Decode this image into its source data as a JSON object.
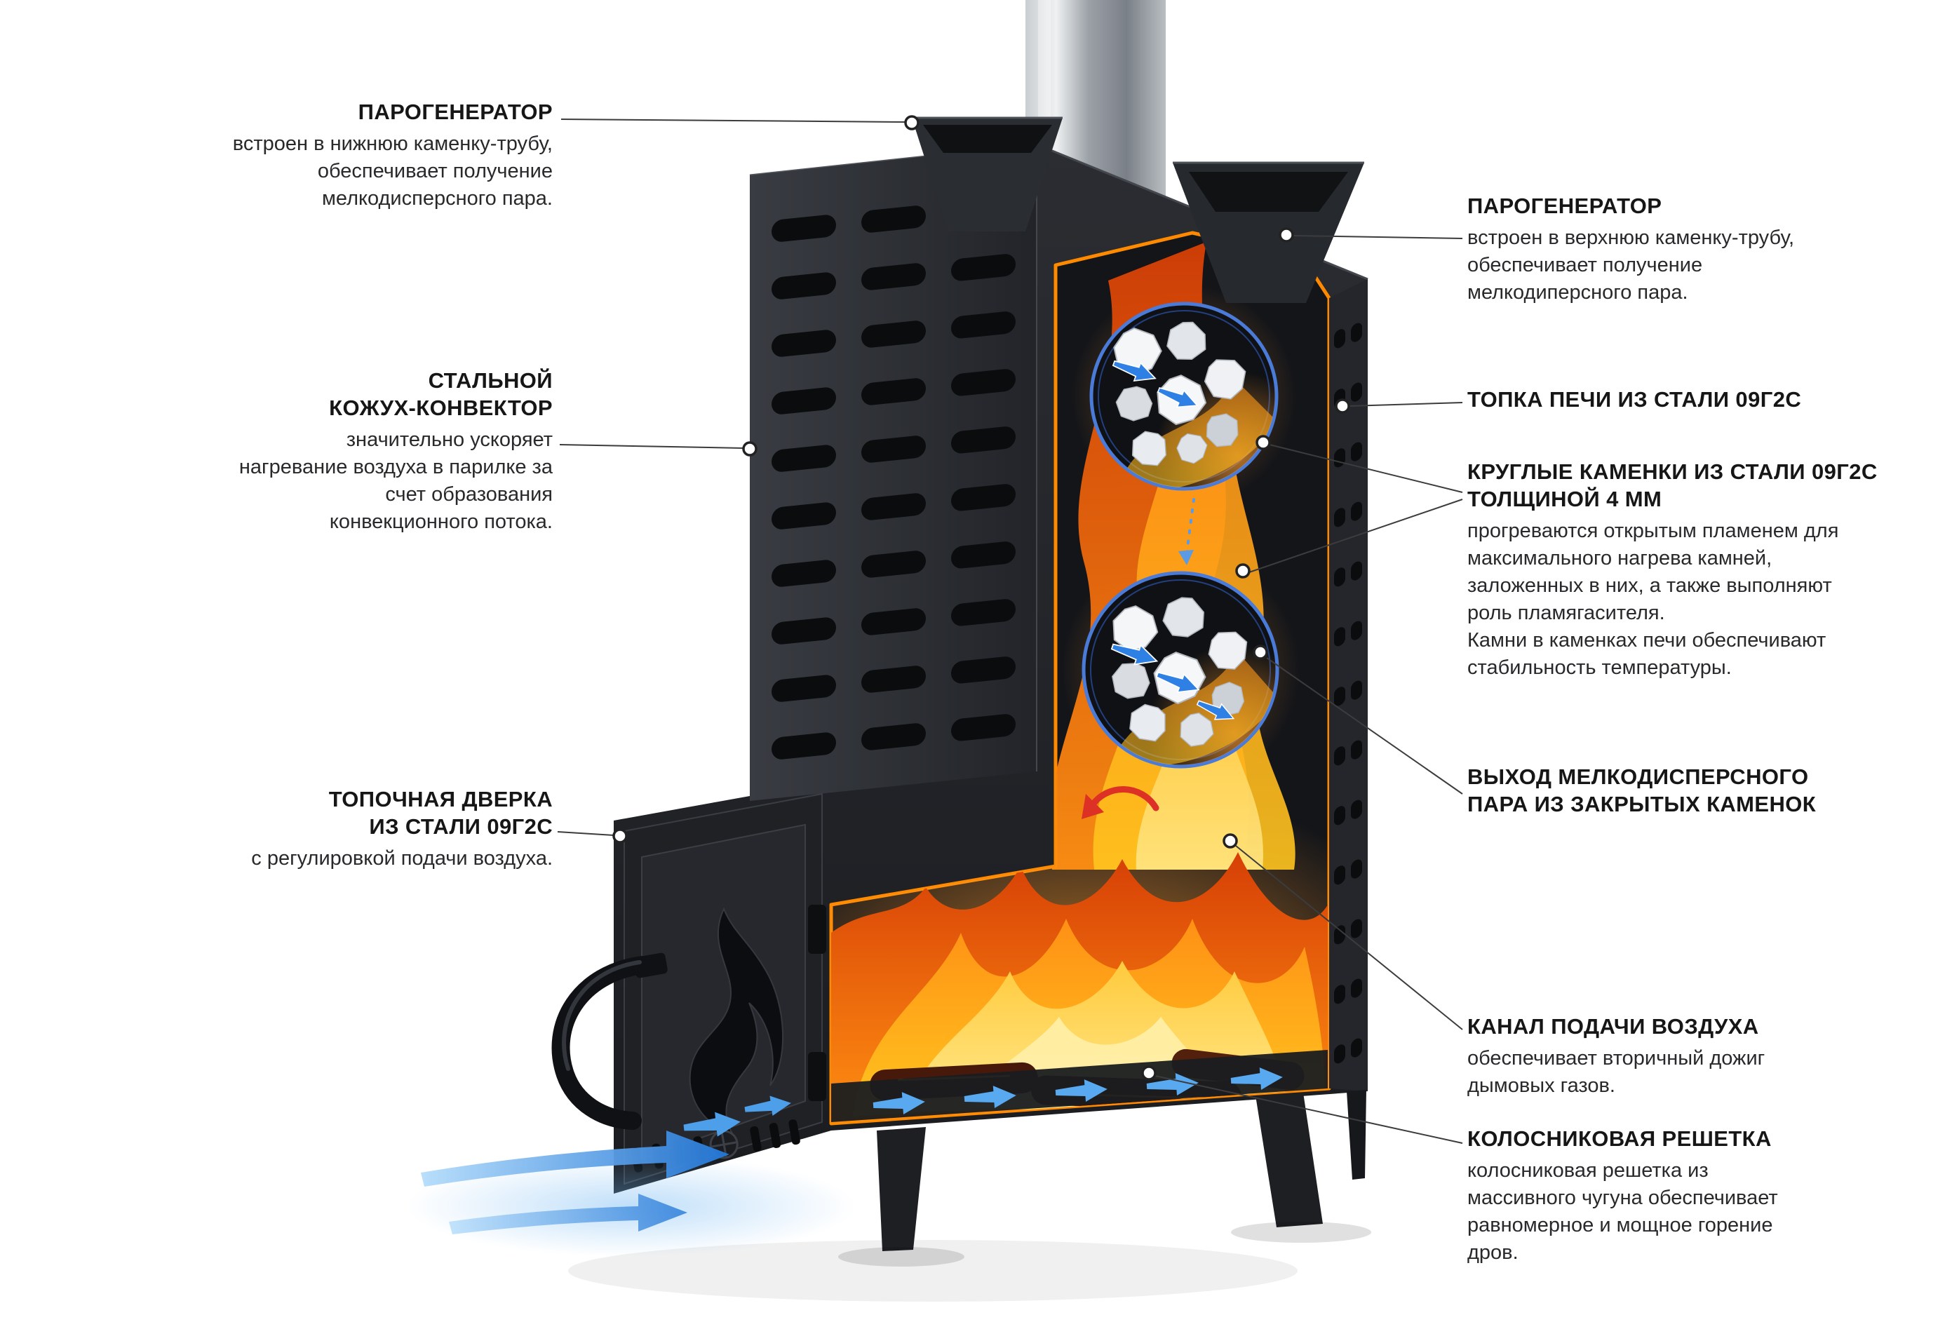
{
  "annotations": {
    "left": [
      {
        "title": "ПАРОГЕНЕРАТОР",
        "body": "встроен в нижнюю каменку-трубу,\nобеспечивает получение\nмелкодисперсного пара."
      },
      {
        "title": "СТАЛЬНОЙ\nКОЖУХ-КОНВЕКТОР",
        "body": "значительно ускоряет\nнагревание воздуха в парилке за\nсчет образования\nконвекционного потока."
      },
      {
        "title": "ТОПОЧНАЯ ДВЕРКА\nИЗ СТАЛИ 09Г2С",
        "body": "с регулировкой подачи воздуха."
      }
    ],
    "right": [
      {
        "title": "ПАРОГЕНЕРАТОР",
        "body": "встроен в верхнюю каменку-трубу,\nобеспечивает получение\nмелкодиперсного пара."
      },
      {
        "title": "ТОПКА ПЕЧИ ИЗ СТАЛИ 09Г2С",
        "body": ""
      },
      {
        "title": "КРУГЛЫЕ КАМЕНКИ ИЗ СТАЛИ 09Г2С\nТОЛЩИНОЙ 4 ММ",
        "body": "прогреваются открытым пламенем для\nмаксимального нагрева камней,\nзаложенных в них, а также выполняют\nроль пламягасителя.\nКамни в каменках печи обеспечивают\nстабильность температуры."
      },
      {
        "title": "ВЫХОД МЕЛКОДИСПЕРСНОГО\nПАРА ИЗ ЗАКРЫТЫХ КАМЕНОК",
        "body": ""
      },
      {
        "title": "КАНАЛ ПОДАЧИ ВОЗДУХА",
        "body": "обеспечивает вторичный дожиг\nдымовых газов."
      },
      {
        "title": "КОЛОСНИКОВАЯ РЕШЕТКА",
        "body": "колосниковая решетка из\nмассивного чугуна обеспечивает\nравномерное и мощное горение\nдров."
      }
    ]
  },
  "illustration": {
    "alt": "Разрез банной печи: дымоход, два парогенератора-воронки, стальной кожух-конвектор, две круглые каменки с камнями, топка с пламенем, топочная дверка, канал подачи воздуха, колосниковая решетка",
    "colors": {
      "steel_body": "#26282d",
      "cutaway_rim": "#ff8a00",
      "flame_outer": "#e2480a",
      "flame_mid": "#ff9015",
      "flame_inner": "#ffe88a",
      "stones": "#eef0f3",
      "chamber_ring": "#4a7bd8",
      "air_arrows": "#2f80e4",
      "steam_arrow_red": "#dd3125",
      "chimney_steel": "#aeb3b8"
    },
    "components": [
      "chimney-pipe",
      "steam-generator-funnel-left",
      "steam-generator-funnel-right",
      "convector-casing",
      "stone-chamber-upper",
      "stone-chamber-lower",
      "firebox",
      "firebox-door",
      "door-handle",
      "air-intake-arrows",
      "grate-channel",
      "legs"
    ]
  }
}
